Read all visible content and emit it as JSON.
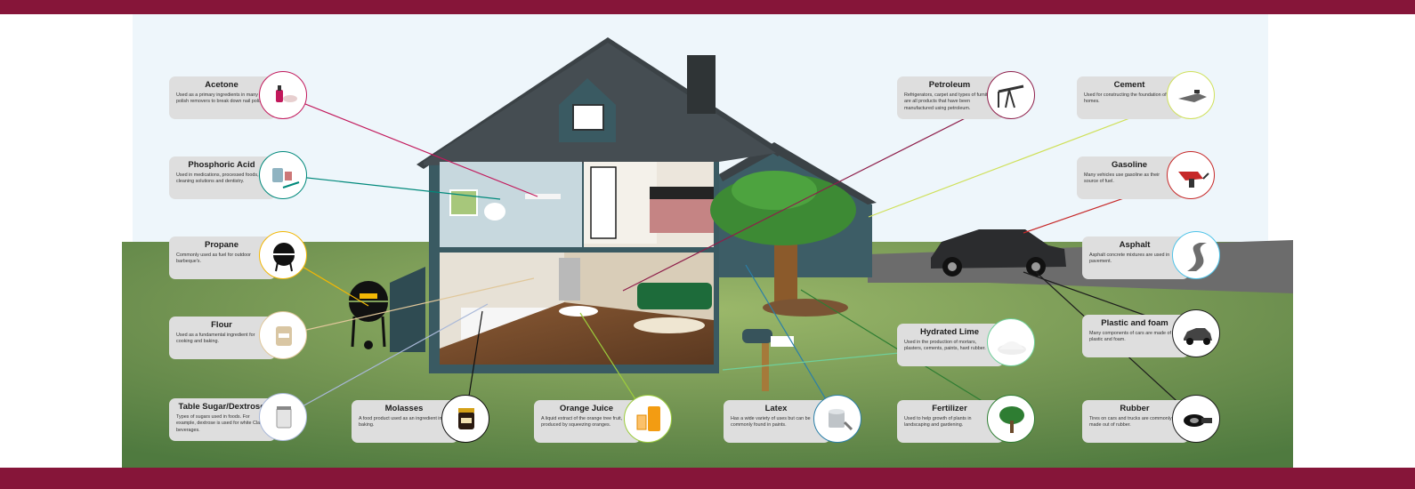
{
  "callouts": [
    {
      "key": "acetone",
      "title": "Acetone",
      "desc": "Used as a primary ingredients in many nail polish removers to break down nail polish.",
      "color": "#c2185b",
      "icon": "nail-polish-icon"
    },
    {
      "key": "phosphoric",
      "title": "Phosphoric Acid",
      "desc": "Used in medications, processed foods, cleaning solutions and dentistry.",
      "color": "#00897b",
      "icon": "medicine-bottles-icon"
    },
    {
      "key": "propane",
      "title": "Propane",
      "desc": "Commonly used as fuel for outdoor barbeque's.",
      "color": "#f2b705",
      "icon": "grill-icon"
    },
    {
      "key": "flour",
      "title": "Flour",
      "desc": "Used as a fundamental ingredient for cooking and baking.",
      "color": "#e0c79a",
      "icon": "flour-bag-icon"
    },
    {
      "key": "sugar",
      "title": "Table Sugar/Dextrose",
      "desc": "Types of sugars used in foods. For example, dextrose is used for white Claw beverages.",
      "color": "#a9b8d8",
      "icon": "sugar-jar-icon"
    },
    {
      "key": "molasses",
      "title": "Molasses",
      "desc": "A food product used as an ingredient in baking.",
      "color": "#111111",
      "icon": "molasses-jar-icon"
    },
    {
      "key": "oj",
      "title": "Orange Juice",
      "desc": "A liquid extract of the orange tree fruit, produced by squeezing oranges.",
      "color": "#9ccc3c",
      "icon": "juice-jug-icon"
    },
    {
      "key": "latex",
      "title": "Latex",
      "desc": "Has a wide variety of uses but can be commonly found in paints.",
      "color": "#2a7fa8",
      "icon": "paint-can-icon"
    },
    {
      "key": "petroleum",
      "title": "Petroleum",
      "desc": "Refrigerators, carpet and types of furniture are all products that have been manufactured using petroleum.",
      "color": "#8e1e4a",
      "icon": "oil-pump-icon"
    },
    {
      "key": "cement",
      "title": "Cement",
      "desc": "Used for constructing the foundation of homes.",
      "color": "#cfe05a",
      "icon": "cement-trowel-icon"
    },
    {
      "key": "gasoline",
      "title": "Gasoline",
      "desc": "Many vehicles use gasoline as their source of fuel.",
      "color": "#c62828",
      "icon": "fuel-nozzle-icon"
    },
    {
      "key": "asphalt",
      "title": "Asphalt",
      "desc": "Asphalt concrete mixtures are used in pavement.",
      "color": "#4fc3e8",
      "icon": "road-icon"
    },
    {
      "key": "lime",
      "title": "Hydrated Lime",
      "desc": "Used in the production of mortars, plasters, cements, paints, hard rubber.",
      "color": "#6fcf9a",
      "icon": "powder-pile-icon"
    },
    {
      "key": "plastic",
      "title": "Plastic and foam",
      "desc": "Many components of cars are made of out plastic and foam.",
      "color": "#1d1d1d",
      "icon": "car-icon"
    },
    {
      "key": "fertilizer",
      "title": "Fertilizer",
      "desc": "Used to help growth of plants in landscaping and gardening.",
      "color": "#2e7d32",
      "icon": "tree-icon"
    },
    {
      "key": "rubber",
      "title": "Rubber",
      "desc": "Tires on cars and trucks are commonly made out of rubber.",
      "color": "#1d1d1d",
      "icon": "tire-icon"
    }
  ],
  "colors": {
    "band": "#861539",
    "sky": "#eef6fb",
    "grass": "#7a9a55",
    "house": "#37535b",
    "roof": "#3b4246"
  }
}
